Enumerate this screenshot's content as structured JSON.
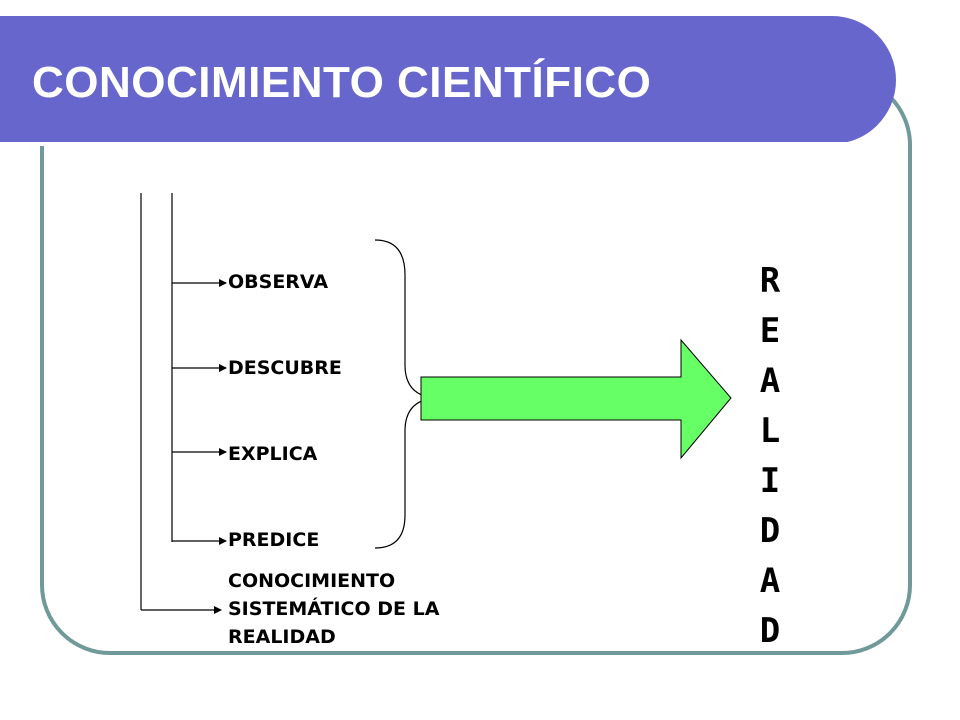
{
  "header": {
    "title": "CONOCIMIENTO CIENTÍFICO"
  },
  "items": [
    {
      "label": "OBSERVA"
    },
    {
      "label": "DESCUBRE"
    },
    {
      "label": "EXPLICA"
    },
    {
      "label": "PREDICE"
    }
  ],
  "conclusion": {
    "line1": "CONOCIMIENTO",
    "line2": "SISTEMÁTICO DE LA",
    "line3": "REALIDAD"
  },
  "target": {
    "letters": [
      "R",
      "E",
      "A",
      "L",
      "I",
      "D",
      "A",
      "D"
    ]
  },
  "colors": {
    "header": "#6666cc",
    "frame": "#6f9a99",
    "arrow": "#66ff66"
  }
}
